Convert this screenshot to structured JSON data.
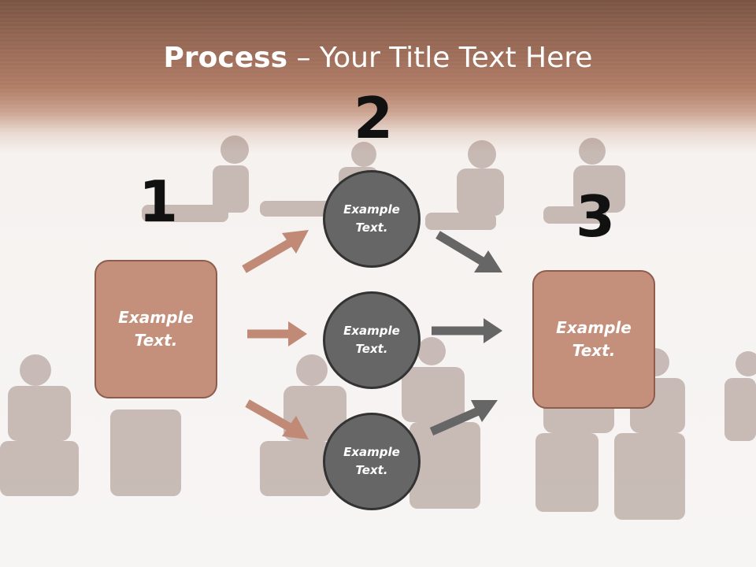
{
  "title": {
    "bold": "Process",
    "rest": " – Your Title Text Here"
  },
  "steps": [
    {
      "number": "1"
    },
    {
      "number": "2"
    },
    {
      "number": "3"
    }
  ],
  "boxes": {
    "left": "Example\nText.",
    "right": "Example\nText."
  },
  "circles": [
    "Example\nText.",
    "Example\nText.",
    "Example\nText."
  ],
  "colors": {
    "header": "#a87360",
    "box_fill": "#c4907c",
    "box_border": "#8e5c4c",
    "circle_fill": "#666666",
    "arrow_brown": "#c08a76",
    "arrow_gray": "#666666"
  }
}
